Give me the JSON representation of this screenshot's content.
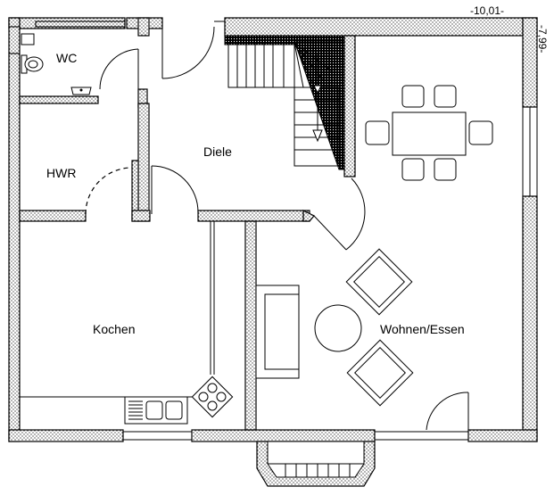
{
  "rooms": {
    "wc": "WC",
    "hwr": "HWR",
    "diele": "Diele",
    "kochen": "Kochen",
    "wohnen": "Wohnen/Essen"
  },
  "dimensions": {
    "width": "-10,01-",
    "depth": "-7,99-"
  },
  "icons": [
    "toilet-icon",
    "sink-icon",
    "stair-icon",
    "dining-table-icon",
    "armchair-icon",
    "sofa-icon",
    "round-table-icon",
    "stove-icon",
    "kitchen-sink-icon",
    "chimney-icon"
  ]
}
